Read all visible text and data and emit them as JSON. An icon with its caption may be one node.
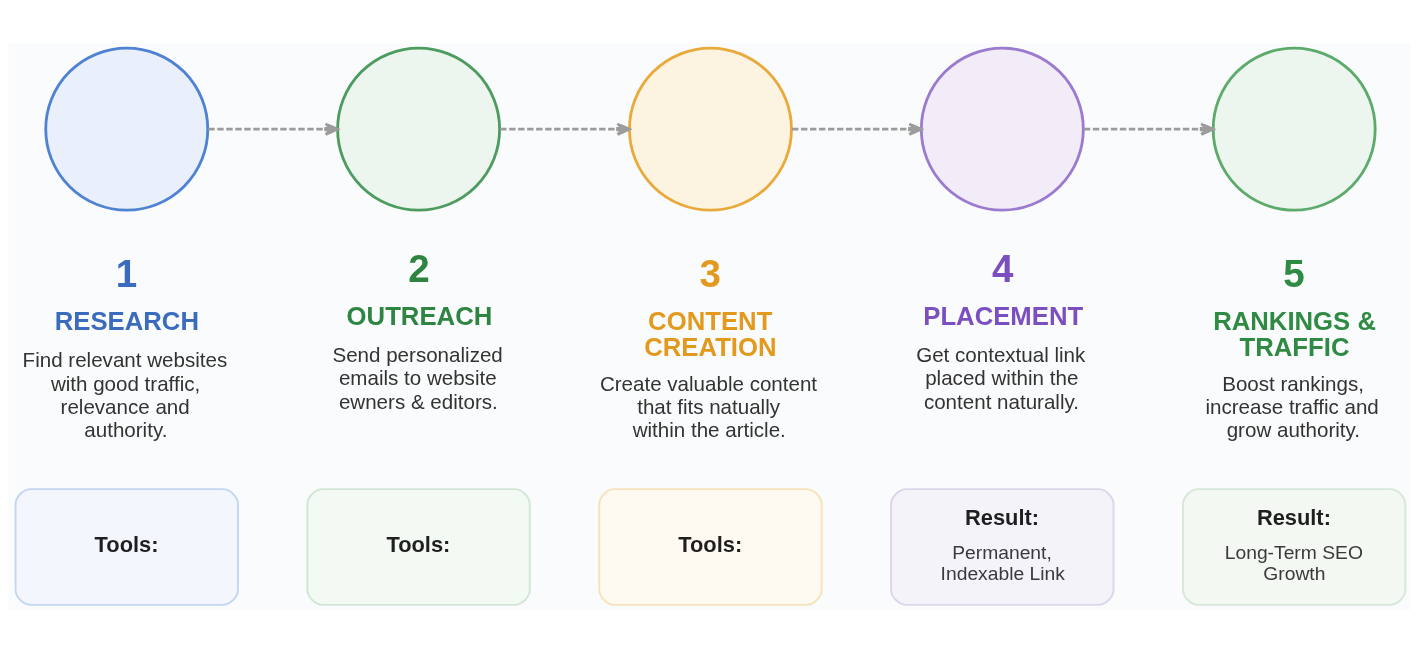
{
  "diagram": {
    "nodes": [
      {
        "text": [],
        "shape": "circle",
        "beside": [
          "1",
          "RESEARCH",
          "Find relevant websites with good traffic, relevance and authority."
        ]
      },
      {
        "text": [],
        "shape": "circle",
        "beside": [
          "2",
          "OUTREACH",
          "Send personalized emails to website ewners & editors."
        ]
      },
      {
        "text": [],
        "shape": "circle",
        "beside": [
          "3",
          "CONTENT CREATION",
          "Create valuable content that fits natually within the article."
        ]
      },
      {
        "text": [],
        "shape": "circle",
        "beside": [
          "4",
          "PLACEMENT",
          "Get contextual link placed within the content naturally."
        ]
      },
      {
        "text": [],
        "shape": "circle",
        "beside": [
          "5",
          "RANKINGS & TRAFFIC",
          "Boost rankings, increase traffic and grow authority."
        ]
      },
      {
        "text": [
          "Tools:"
        ]
      },
      {
        "text": [
          "Tools:"
        ]
      },
      {
        "text": [
          "Tools:"
        ]
      },
      {
        "text": [
          "Result:",
          "Permanent, Indexable Link"
        ]
      },
      {
        "text": [
          "Result:",
          "Long-Term SEO Growth"
        ]
      }
    ],
    "edges": [
      {
        "from": 0,
        "to": 1,
        "arrow": "to",
        "style": "dashed"
      },
      {
        "from": 1,
        "to": 2,
        "arrow": "to",
        "style": "dashed"
      },
      {
        "from": 2,
        "to": 3,
        "arrow": "to",
        "style": "dashed"
      },
      {
        "from": 3,
        "to": 4,
        "arrow": "to",
        "style": "dashed"
      }
    ]
  }
}
